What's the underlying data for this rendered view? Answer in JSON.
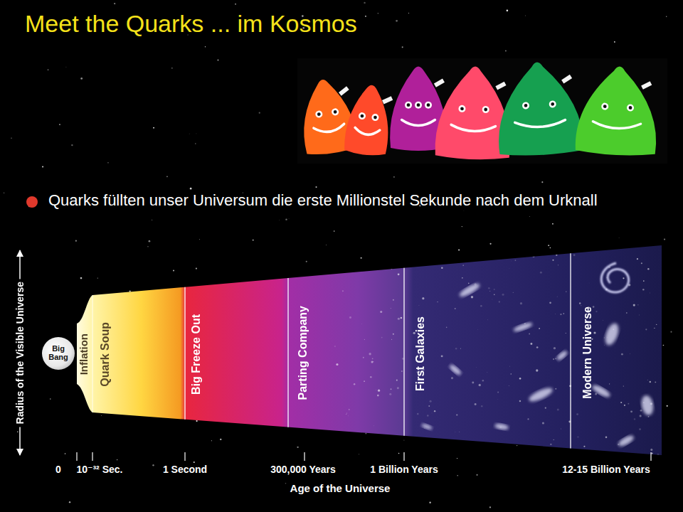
{
  "diagram": {
    "title": "Meet the Quarks ... im Kosmos",
    "nodes": [
      {
        "text": [
          "Big Bang"
        ]
      },
      {
        "text": [
          "Inflation"
        ]
      },
      {
        "text": [
          "Quark Soup"
        ]
      },
      {
        "text": [
          "Big Freeze Out"
        ]
      },
      {
        "text": [
          "Parting Company"
        ]
      },
      {
        "text": [
          "First Galaxies"
        ]
      },
      {
        "text": [
          "Modern Universe"
        ]
      }
    ],
    "labels": [
      "Quarks füllten unser Universum die erste Millionstel Sekunde nach dem Urknall",
      "Radius of the Visible Universe",
      "0",
      "10⁻³² Sec.",
      "1 Second",
      "300,000 Years",
      "1 Billion Years",
      "12-15 Billion Years",
      "Age of the Universe"
    ]
  }
}
